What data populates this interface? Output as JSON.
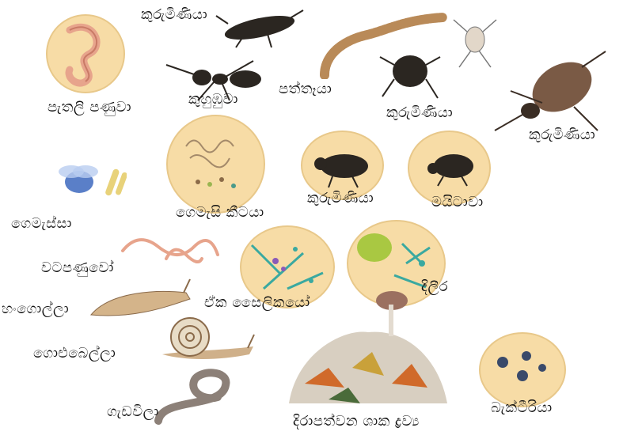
{
  "labels": {
    "flatworm": "පැතලි පණුවා",
    "insect_top": "කුරුමිණියා",
    "ant": "කුහුඹුවා",
    "millipede": "පත්තෑයා",
    "beetle_mid": "කුරුමිණියා",
    "beetle_right": "කුරුමිණියා",
    "nematode": "ගෙමැසි කීටයා",
    "beetle_small": "කුරුමිණියා",
    "mite": "මයිටාවා",
    "housefly": "ගෙමැස්සා",
    "roundworm": "වටපණුවෝ",
    "protozoa": "ඒක සෛලිකයෝ",
    "fungus": "දිලීර",
    "slug": "හංගොල්ලා",
    "snail": "ගොළුබෙල්ලා",
    "earthworm": "ගැඩවිලා",
    "decaying_matter": "දිරාපත්වන ශාක ද්‍රව්‍ය",
    "bacteria": "බැක්ටීරියා"
  },
  "colors": {
    "circle_fill": "#f7dca6",
    "circle_border": "#e8c88a",
    "worm_pink": "#e7a48c",
    "insect_dark": "#2b2621",
    "beetle_brown": "#7a5a45",
    "fly_blue": "#5a7fc8",
    "leaf_orange": "#d06a2a",
    "fungus_green": "#a9c842",
    "protozoa_teal": "#3aa9a0"
  }
}
